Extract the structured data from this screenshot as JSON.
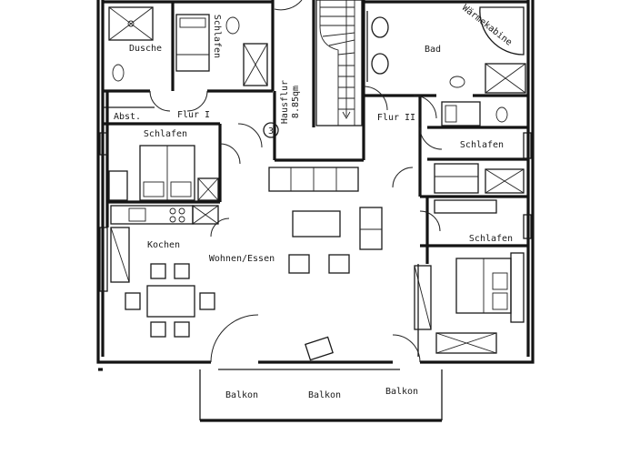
{
  "plan": {
    "rooms": {
      "dusche": "Dusche",
      "schlafen_top": "Schlafen",
      "hausflur": "Hausflur",
      "hausflur_area": "8.85qm",
      "stair_marker": "3",
      "bad": "Bad",
      "waermekabine": "Wärmekabine",
      "abst": "Abst.",
      "flur_i": "Flur I",
      "flur_ii": "Flur II",
      "schlafen_left": "Schlafen",
      "schlafen_right_upper": "Schlafen",
      "schlafen_right_lower": "Schlafen",
      "kochen": "Kochen",
      "wohnen_essen": "Wohnen/Essen",
      "balkon_left": "Balkon",
      "balkon_center": "Balkon",
      "balkon_right": "Balkon"
    }
  }
}
